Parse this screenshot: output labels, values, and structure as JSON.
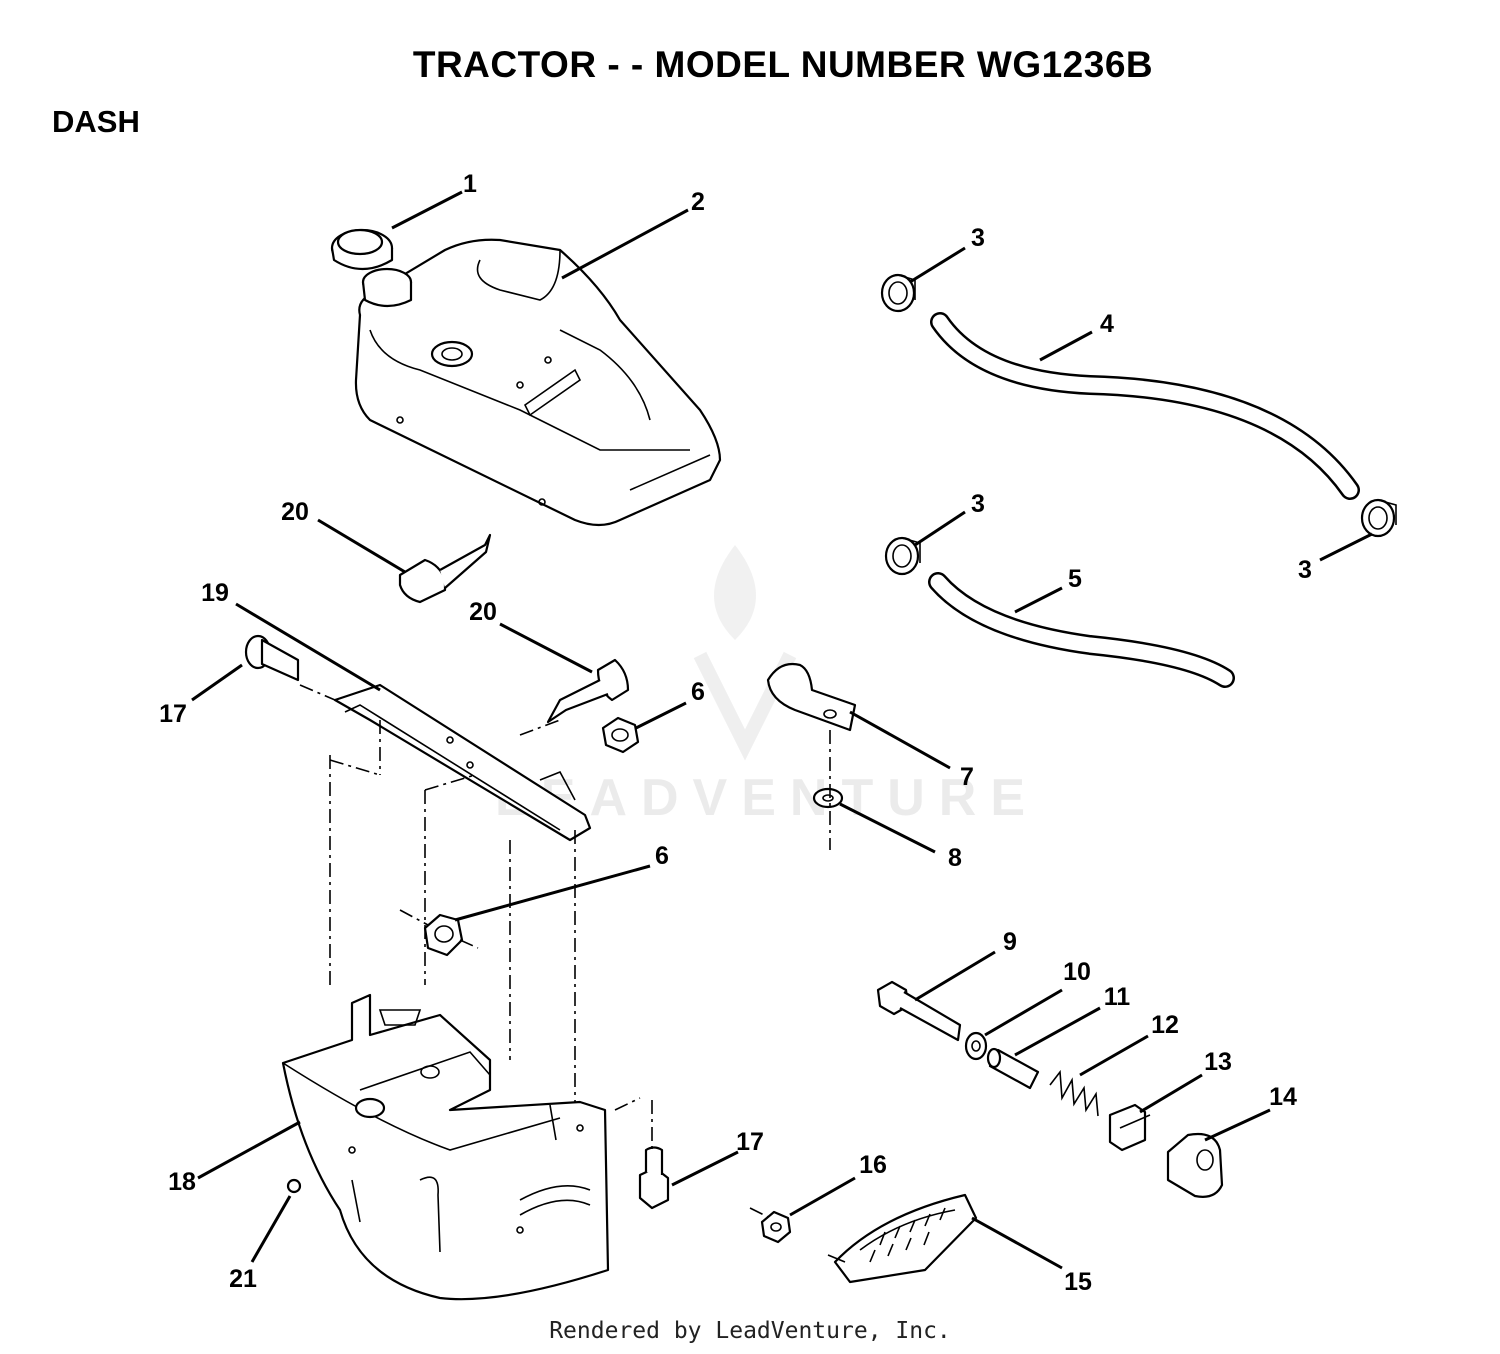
{
  "title": "TRACTOR - - MODEL NUMBER WG1236B",
  "section": "DASH",
  "footer": "Rendered by LeadVenture, Inc.",
  "watermark": "LEADVENTURE",
  "callouts": {
    "c1": "1",
    "c2": "2",
    "c3a": "3",
    "c3b": "3",
    "c3c": "3",
    "c4": "4",
    "c5": "5",
    "c6a": "6",
    "c6b": "6",
    "c7": "7",
    "c8": "8",
    "c9": "9",
    "c10": "10",
    "c11": "11",
    "c12": "12",
    "c13": "13",
    "c14": "14",
    "c15": "15",
    "c16": "16",
    "c17a": "17",
    "c17b": "17",
    "c18": "18",
    "c19": "19",
    "c20a": "20",
    "c20b": "20",
    "c21": "21"
  }
}
